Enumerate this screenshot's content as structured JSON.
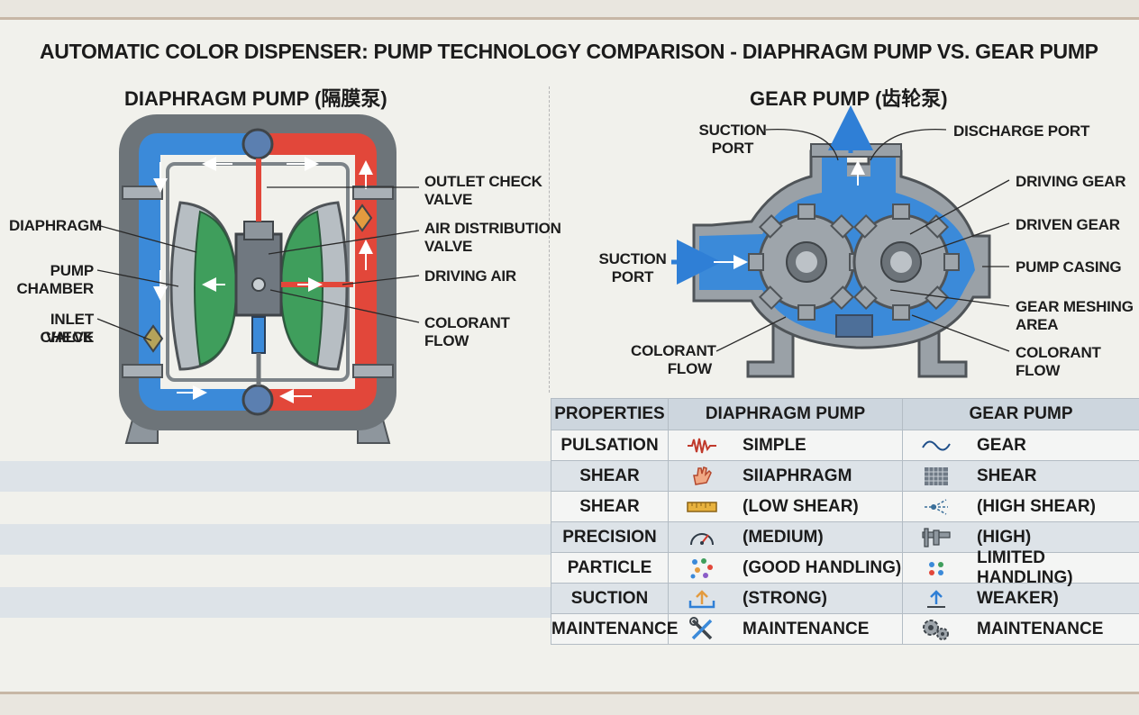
{
  "title": "AUTOMATIC COLOR DISPENSER: PUMP TECHNOLOGY COMPARISON - DIAPHRAGM PUMP VS. GEAR PUMP",
  "diaphragm": {
    "heading": "DIAPHRAGM PUMP (隔膜泵)",
    "labels": {
      "diaphragm": "DIAPHRAGM",
      "pump_chamber_1": "PUMP",
      "pump_chamber_2": "CHAMBER",
      "inlet_check_1": "INLET CHECK",
      "inlet_check_2": "VALVE",
      "outlet_check_1": "OUTLET CHECK",
      "outlet_check_2": "VALVE",
      "air_dist_1": "AIR DISTRIBUTION",
      "air_dist_2": "VALVE",
      "driving_air": "DRIVING AIR",
      "colorant_1": "COLORANT",
      "colorant_2": "FLOW"
    }
  },
  "gear": {
    "heading": "GEAR PUMP (齿轮泵)",
    "labels": {
      "suction_top_1": "SUCTION",
      "suction_top_2": "PORT",
      "discharge": "DISCHARGE PORT",
      "driving_gear": "DRIVING GEAR",
      "driven_gear": "DRIVEN GEAR",
      "suction_left_1": "SUCTION",
      "suction_left_2": "PORT",
      "pump_casing": "PUMP CASING",
      "meshing_1": "GEAR MESHING",
      "meshing_2": "AREA",
      "colorant_left_1": "COLORANT",
      "colorant_left_2": "FLOW",
      "colorant_right_1": "COLORANT",
      "colorant_right_2": "FLOW"
    }
  },
  "table": {
    "headers": [
      "PROPERTIES",
      "DIAPHRAGM PUMP",
      "GEAR PUMP"
    ],
    "rows": [
      {
        "property": "PULSATION",
        "diaphragm": "SIMPLE",
        "gear": "GEAR",
        "d_icon": "pulse-wave-icon",
        "g_icon": "sine-wave-icon"
      },
      {
        "property": "SHEAR",
        "diaphragm": "SIIAPHRAGM",
        "gear": "SHEAR",
        "d_icon": "hand-icon",
        "g_icon": "mesh-pattern-icon"
      },
      {
        "property": "SHEAR",
        "diaphragm": "(LOW SHEAR)",
        "gear": "(HIGH SHEAR)",
        "d_icon": "ruler-icon",
        "g_icon": "spray-icon"
      },
      {
        "property": "PRECISION",
        "diaphragm": "(MEDIUM)",
        "gear": "(HIGH)",
        "d_icon": "gauge-icon",
        "g_icon": "caliper-icon"
      },
      {
        "property": "PARTICLE",
        "diaphragm": "(GOOD HANDLING)",
        "gear": "LIMITED HANDLING)",
        "d_icon": "particles-icon",
        "g_icon": "dots-icon"
      },
      {
        "property": "SUCTION",
        "diaphragm": "(STRONG)",
        "gear": "WEAKER)",
        "d_icon": "suction-up-icon",
        "g_icon": "arrow-up-icon"
      },
      {
        "property": "MAINTENANCE",
        "diaphragm": "MAINTENANCE",
        "gear": "MAINTENANCE",
        "d_icon": "wrench-screwdriver-icon",
        "g_icon": "gears-icon"
      }
    ]
  },
  "colors": {
    "blue_flow": "#3b8ad9",
    "red_air": "#e2473a",
    "green_diaphragm": "#3f9e5c",
    "gray_casing": "#8f979e",
    "header_fill": "#cdd6de"
  }
}
